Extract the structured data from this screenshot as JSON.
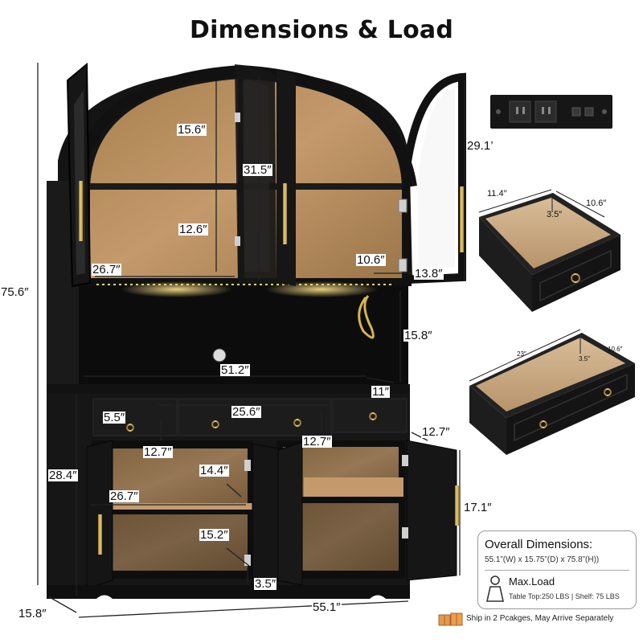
{
  "title": "Dimensions & Load",
  "dimensions": {
    "total_height": "75.6″",
    "upper_top_shelf": "15.6″",
    "upper_cabinet_height": "31.5″",
    "upper_bottom_shelf": "12.6″",
    "upper_width": "26.7″",
    "upper_depth": "10.6″",
    "upper_side_depth": "13.8″",
    "upper_side_height": "29.1’",
    "open_compartment_height": "15.8″",
    "open_compartment_width": "51.2″",
    "open_compartment_depth": "11″",
    "drawer_height_left": "5.5″",
    "drawer_width_center": "25.6″",
    "drawer_depth_left": "12.7″",
    "drawer_depth_right": "12.7″",
    "drawer_depth_far": "12.7″",
    "lower_height": "28.4″",
    "lower_shelf_height": "14.4″",
    "lower_width": "26.7″",
    "lower_bottom_shelf": "15.2″",
    "lower_door_height": "17.1″",
    "foot_height": "3.5″",
    "total_width": "55.1″",
    "total_depth": "15.8″"
  },
  "drawer_small": {
    "width": "11.4″",
    "depth": "10.6″",
    "height": "3.5″"
  },
  "drawer_large": {
    "width": "23″",
    "depth": "10.6″",
    "height": "3.5″"
  },
  "overall": {
    "heading": "Overall Dimensions:",
    "value": "55.1”(W) x 15.75”(D) x 75.8”(H))",
    "load_label": "Max.Load",
    "load_value": "Table Top:250 LBS | Shelf: 75 LBS"
  },
  "shipping": "Ship in 2 Pcakges, May Arrive Separately",
  "colors": {
    "cabinet": "#151515",
    "wood": "#b58d62",
    "wood_dark": "#8e6a45",
    "gold": "#c9a24a",
    "line": "#1a1a1a"
  },
  "icons": [
    "power-outlet-icon",
    "weight-icon",
    "package-icon"
  ]
}
